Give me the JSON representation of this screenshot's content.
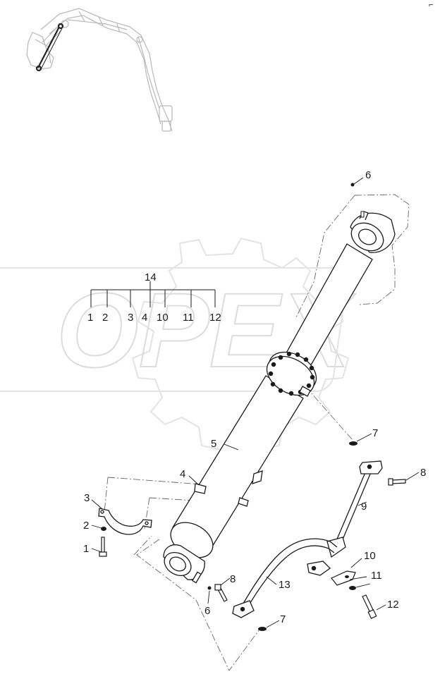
{
  "corner_mark": "⌐",
  "watermark": {
    "text": "OPEX"
  },
  "callouts": {
    "c14": "14",
    "c1a": "1",
    "c2a": "2",
    "c3a": "3",
    "c4a": "4",
    "c10a": "10",
    "c11a": "11",
    "c12a": "12",
    "c6top": "6",
    "c5": "5",
    "c4b": "4",
    "c3b": "3",
    "c2b": "2",
    "c1b": "1",
    "c7a": "7",
    "c8a": "8",
    "c9": "9",
    "c10b": "10",
    "c11b": "11",
    "c8b": "8",
    "c13": "13",
    "c6b": "6",
    "c7b": "7",
    "c12b": "12"
  }
}
